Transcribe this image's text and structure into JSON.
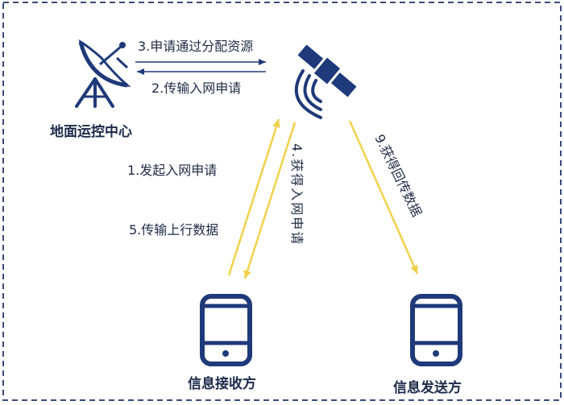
{
  "nodes": {
    "ground_station": "地面运控中心",
    "receiver": "信息接收方",
    "sender": "信息发送方"
  },
  "arrows": {
    "step1": "1.发起入网申请",
    "step2": "2.传输入网申请",
    "step3": "3.申请通过分配资源",
    "step4": "4.获得入网申请",
    "step5": "5.传输上行数据",
    "step9": "9.获得回传数据"
  },
  "icons": {
    "ground_station": "satellite-dish-icon",
    "satellite": "satellite-icon",
    "receiver": "smartphone-icon",
    "sender": "smartphone-icon"
  },
  "colors": {
    "primary": "#1f3a7a",
    "arrow_yellow": "#f2d14b",
    "border": "#3b4a7a"
  }
}
